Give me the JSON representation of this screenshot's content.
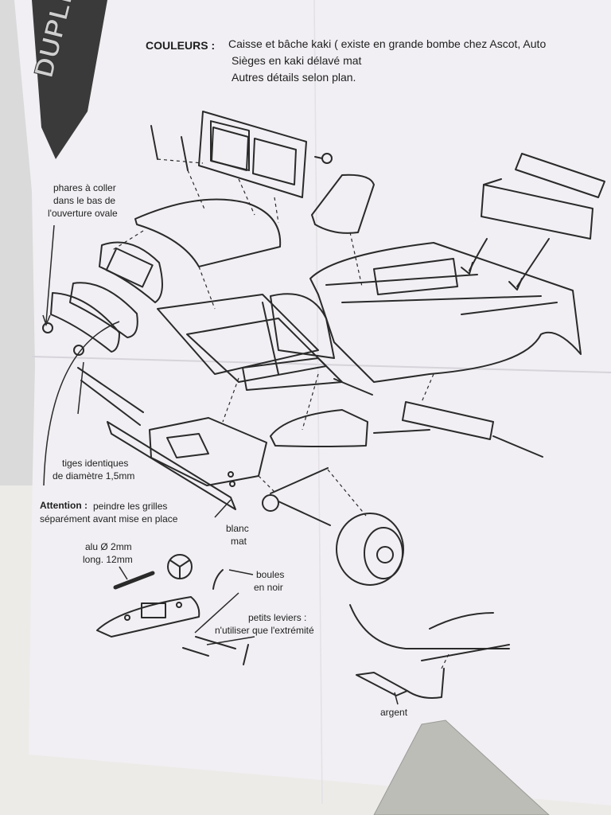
{
  "brand": "DUPLIF",
  "header": {
    "label": "COULEURS :",
    "line1": "Caisse et bâche kaki ( existe en grande bombe chez Ascot, Auto",
    "line2": "Sièges en kaki délavé mat",
    "line3": "Autres détails selon plan."
  },
  "annotations": {
    "phares": [
      "phares à coller",
      "dans le bas de",
      "l'ouverture ovale"
    ],
    "tiges": [
      "tiges identiques",
      "de diamètre 1,5mm"
    ],
    "attention_label": "Attention :",
    "attention_text": "peindre les grilles",
    "attention_line2": "séparément avant mise en place",
    "blanc": [
      "blanc",
      "mat"
    ],
    "alu": [
      "alu Ø 2mm",
      "long. 12mm"
    ],
    "boules": [
      "boules",
      "en noir"
    ],
    "leviers": [
      "petits leviers :",
      "n'utiliser que l'extrémité"
    ],
    "argent": "argent"
  }
}
